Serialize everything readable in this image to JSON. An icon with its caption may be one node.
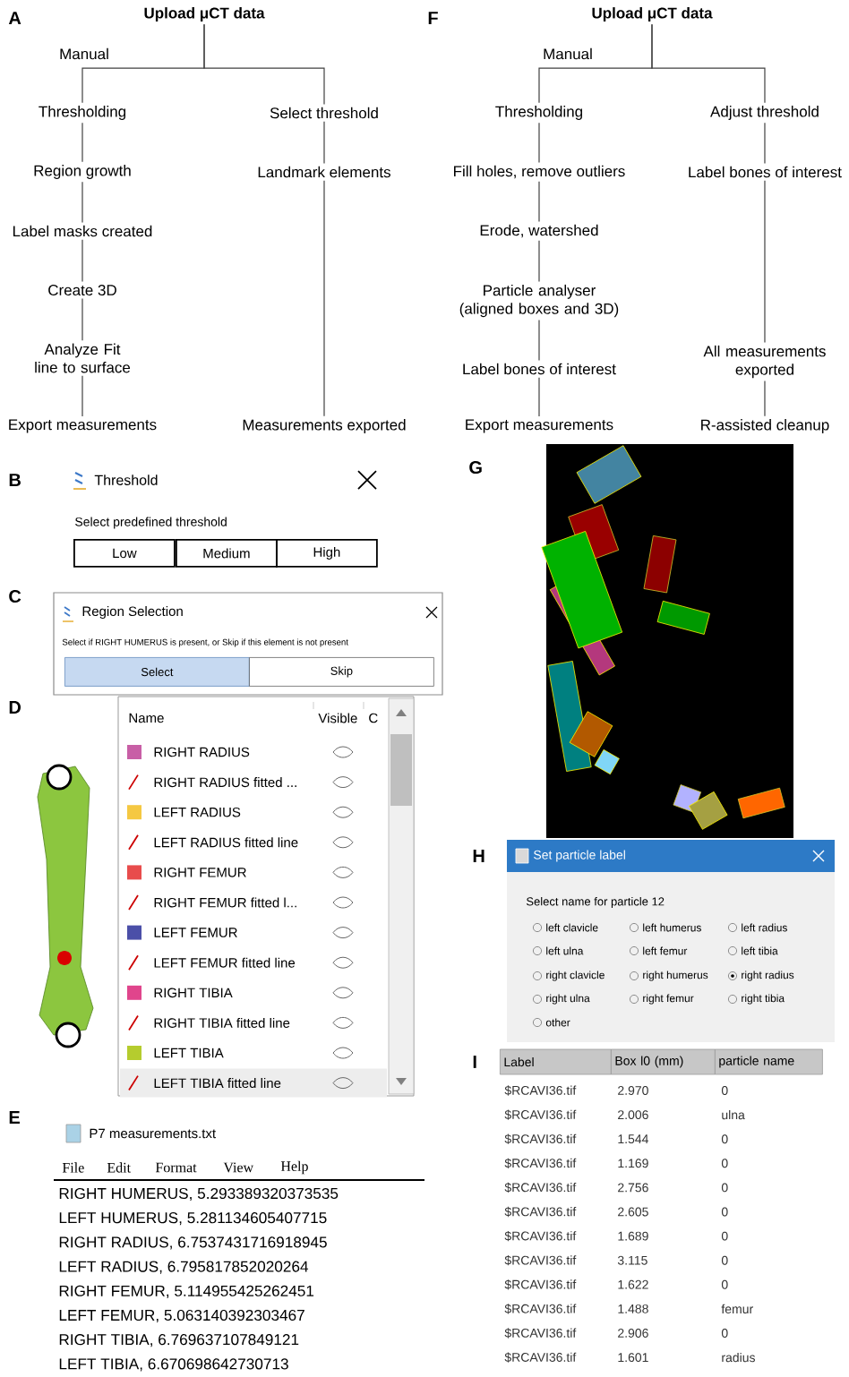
{
  "diagram": {
    "nodes": [
      {
        "text": [
          "Upload μCT data"
        ]
      },
      {
        "text": [
          "Thresholding"
        ]
      },
      {
        "text": [
          "Region growth"
        ]
      },
      {
        "text": [
          "Label masks created"
        ]
      },
      {
        "text": [
          "Create 3D"
        ]
      },
      {
        "text": [
          "Analyze Fit line to surface"
        ]
      },
      {
        "text": [
          "Export measurements"
        ]
      },
      {
        "text": [
          "Select threshold"
        ]
      },
      {
        "text": [
          "Landmark elements"
        ]
      },
      {
        "text": [
          "Measurements exported"
        ]
      },
      {
        "text": [
          "Upload μCT data"
        ]
      },
      {
        "text": [
          "Thresholding"
        ]
      },
      {
        "text": [
          "Fill holes, remove outliers"
        ]
      },
      {
        "text": [
          "Erode, watershed"
        ]
      },
      {
        "text": [
          "Particle analyser (aligned boxes and 3D)"
        ]
      },
      {
        "text": [
          "Label bones of interest"
        ]
      },
      {
        "text": [
          "Export measurements"
        ]
      },
      {
        "text": [
          "Adjust threshold"
        ]
      },
      {
        "text": [
          "Label bones of interest"
        ]
      },
      {
        "text": [
          "All measurements exported"
        ]
      },
      {
        "text": [
          "R-assisted cleanup"
        ]
      }
    ],
    "edges": [
      {
        "from": 0,
        "to": 1,
        "arrow": "none"
      },
      {
        "from": 1,
        "to": 2,
        "arrow": "none"
      },
      {
        "from": 2,
        "to": 3,
        "arrow": "none"
      },
      {
        "from": 3,
        "to": 4,
        "arrow": "none"
      },
      {
        "from": 4,
        "to": 5,
        "arrow": "none"
      },
      {
        "from": 5,
        "to": 6,
        "arrow": "none"
      },
      {
        "from": 0,
        "to": 7,
        "arrow": "none"
      },
      {
        "from": 7,
        "to": 8,
        "arrow": "none"
      },
      {
        "from": 8,
        "to": 9,
        "arrow": "none"
      },
      {
        "from": 10,
        "to": 11,
        "arrow": "none"
      },
      {
        "from": 11,
        "to": 12,
        "arrow": "none"
      },
      {
        "from": 12,
        "to": 13,
        "arrow": "none"
      },
      {
        "from": 13,
        "to": 14,
        "arrow": "none"
      },
      {
        "from": 14,
        "to": 15,
        "arrow": "none"
      },
      {
        "from": 15,
        "to": 16,
        "arrow": "none"
      },
      {
        "from": 10,
        "to": 17,
        "arrow": "none"
      },
      {
        "from": 17,
        "to": 18,
        "arrow": "none"
      },
      {
        "from": 18,
        "to": 19,
        "arrow": "none"
      },
      {
        "from": 19,
        "to": 20,
        "arrow": "none"
      }
    ],
    "labels": [
      "A",
      "Manual",
      "F",
      "Manual",
      "B",
      "Threshold",
      "Select predefined threshold",
      "Low",
      "Medium",
      "High",
      "C",
      "Region Selection",
      "Select if RIGHT HUMERUS is present, or Skip if this element is not present",
      "Select",
      "Skip",
      "D",
      "Name",
      "Visible",
      "C",
      "RIGHT RADIUS",
      "RIGHT RADIUS fitted ...",
      "LEFT RADIUS",
      "LEFT RADIUS fitted line",
      "RIGHT FEMUR",
      "RIGHT FEMUR fitted l...",
      "LEFT FEMUR",
      "LEFT FEMUR fitted line",
      "RIGHT TIBIA",
      "RIGHT TIBIA fitted line",
      "LEFT TIBIA",
      "LEFT TIBIA fitted line",
      "E",
      "P7 measurements.txt",
      "File",
      "Edit",
      "Format",
      "View",
      "Help",
      "RIGHT HUMERUS, 5.293389320373535",
      "LEFT HUMERUS, 5.281134605407715",
      "RIGHT RADIUS, 6.7537431716918945",
      "LEFT RADIUS, 6.795817852020264",
      "RIGHT FEMUR, 5.114955425262451",
      "LEFT FEMUR, 5.063140392303467",
      "RIGHT TIBIA, 6.769637107849121",
      "LEFT TIBIA, 6.670698642730713",
      "G",
      "H",
      "Set particle label",
      "Select name for particle 12",
      "left clavicle",
      "left humerus",
      "left radius",
      "left ulna",
      "left femur",
      "left tibia",
      "right clavicle",
      "right humerus",
      "right radius",
      "right ulna",
      "right femur",
      "right tibia",
      "other",
      "I",
      "Label",
      "Box l0 (mm)",
      "particle name",
      "$RCAVI36.tif",
      "2.970",
      "0",
      "$RCAVI36.tif",
      "2.006",
      "ulna",
      "$RCAVI36.tif",
      "1.544",
      "0",
      "$RCAVI36.tif",
      "1.169",
      "0",
      "$RCAVI36.tif",
      "2.756",
      "0",
      "$RCAVI36.tif",
      "2.605",
      "0",
      "$RCAVI36.tif",
      "1.689",
      "0",
      "$RCAVI36.tif",
      "3.115",
      "0",
      "$RCAVI36.tif",
      "1.622",
      "0",
      "$RCAVI36.tif",
      "1.488",
      "femur",
      "$RCAVI36.tif",
      "2.906",
      "0",
      "$RCAVI36.tif",
      "1.601",
      "radius"
    ]
  }
}
